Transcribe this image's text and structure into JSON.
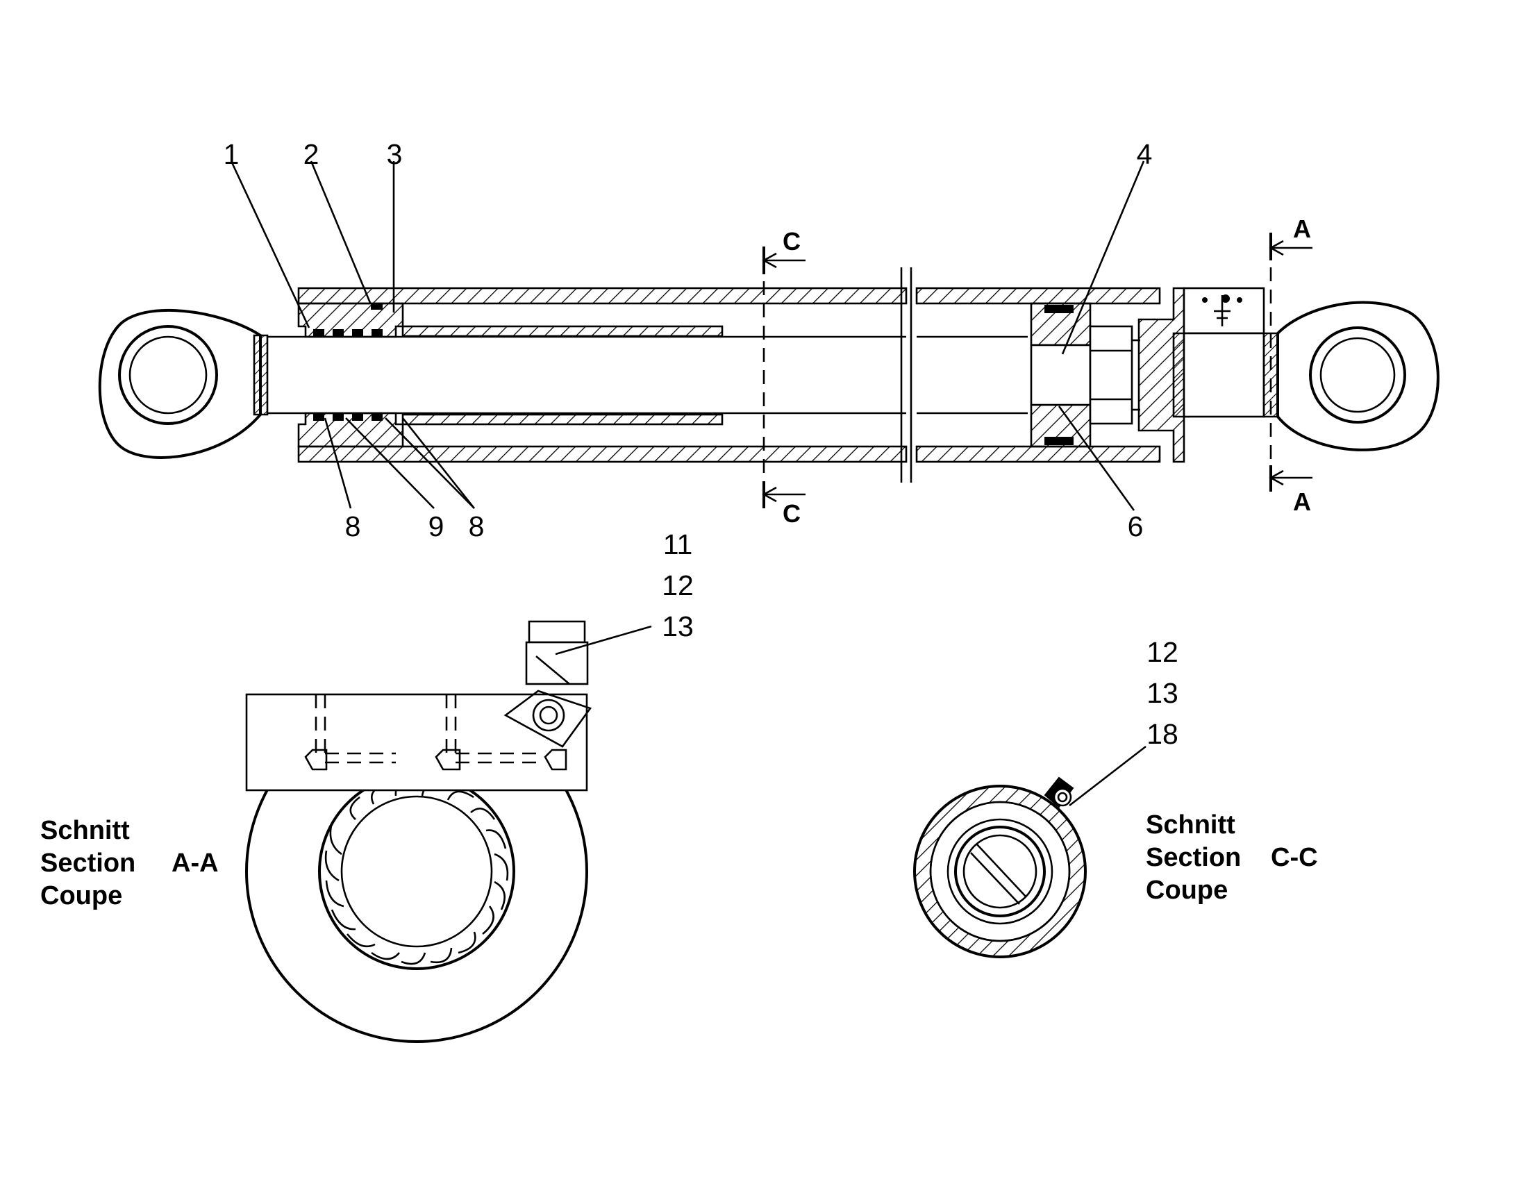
{
  "callouts": {
    "c1": "1",
    "c2": "2",
    "c3": "3",
    "c4": "4",
    "c6": "6",
    "c8a": "8",
    "c9": "9",
    "c8b": "8",
    "c11": "11",
    "c12a": "12",
    "c13a": "13",
    "c12b": "12",
    "c13b": "13",
    "c18": "18"
  },
  "section_markers": {
    "c_top": "C",
    "c_bottom": "C",
    "a_top": "A",
    "a_bottom": "A"
  },
  "captions": {
    "section_aa": {
      "line1": "Schnitt",
      "line2": "Section",
      "line3": "Coupe",
      "id": "A-A"
    },
    "section_cc": {
      "line1": "Schnitt",
      "line2": "Section",
      "line3": "Coupe",
      "id": "C-C"
    }
  }
}
